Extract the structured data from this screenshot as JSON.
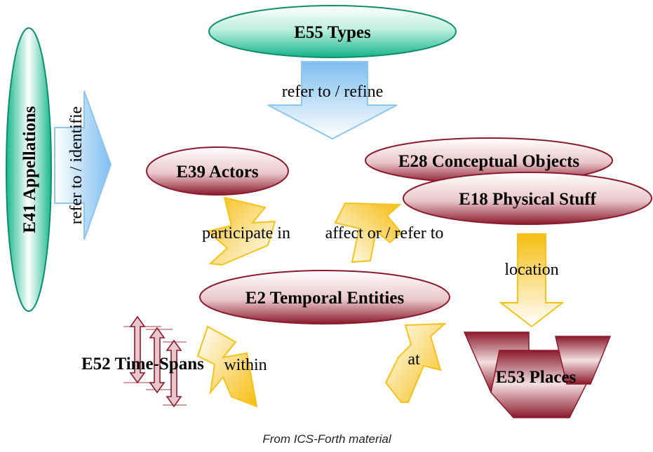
{
  "nodes": {
    "types": "E55 Types",
    "appellations": "E41 Appellations",
    "actors": "E39 Actors",
    "conceptual_objects": "E28 Conceptual Objects",
    "physical_stuff": "E18 Physical Stuff",
    "temporal_entities": "E2 Temporal Entities",
    "time_spans": "E52 Time-Spans",
    "places": "E53 Places"
  },
  "edges": {
    "refer_refine": "refer to / refine",
    "refer_identifie": "refer to / identifie",
    "participate": "participate in",
    "affect_refer": "affect or / refer to",
    "location": "location",
    "within": "within",
    "at": "at"
  },
  "caption": "From ICS-Forth material",
  "colors": {
    "teal": "#1bbd92",
    "maroon": "#8b1a2c",
    "blue_arrow": "#8ec6f2",
    "yellow_arrow": "#f6c21a"
  }
}
